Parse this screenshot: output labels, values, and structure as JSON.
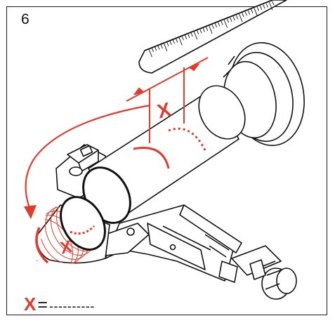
{
  "step_number": "6",
  "measure_label": "X",
  "formula": {
    "variable": "X",
    "equals": "=",
    "blank": "----------"
  },
  "colors": {
    "accent": "#e23a2c",
    "ink": "#111111",
    "background": "#ffffff"
  },
  "icons": [
    "ruler-icon",
    "pipe-cutter-icon",
    "measure-arrow-icon"
  ]
}
